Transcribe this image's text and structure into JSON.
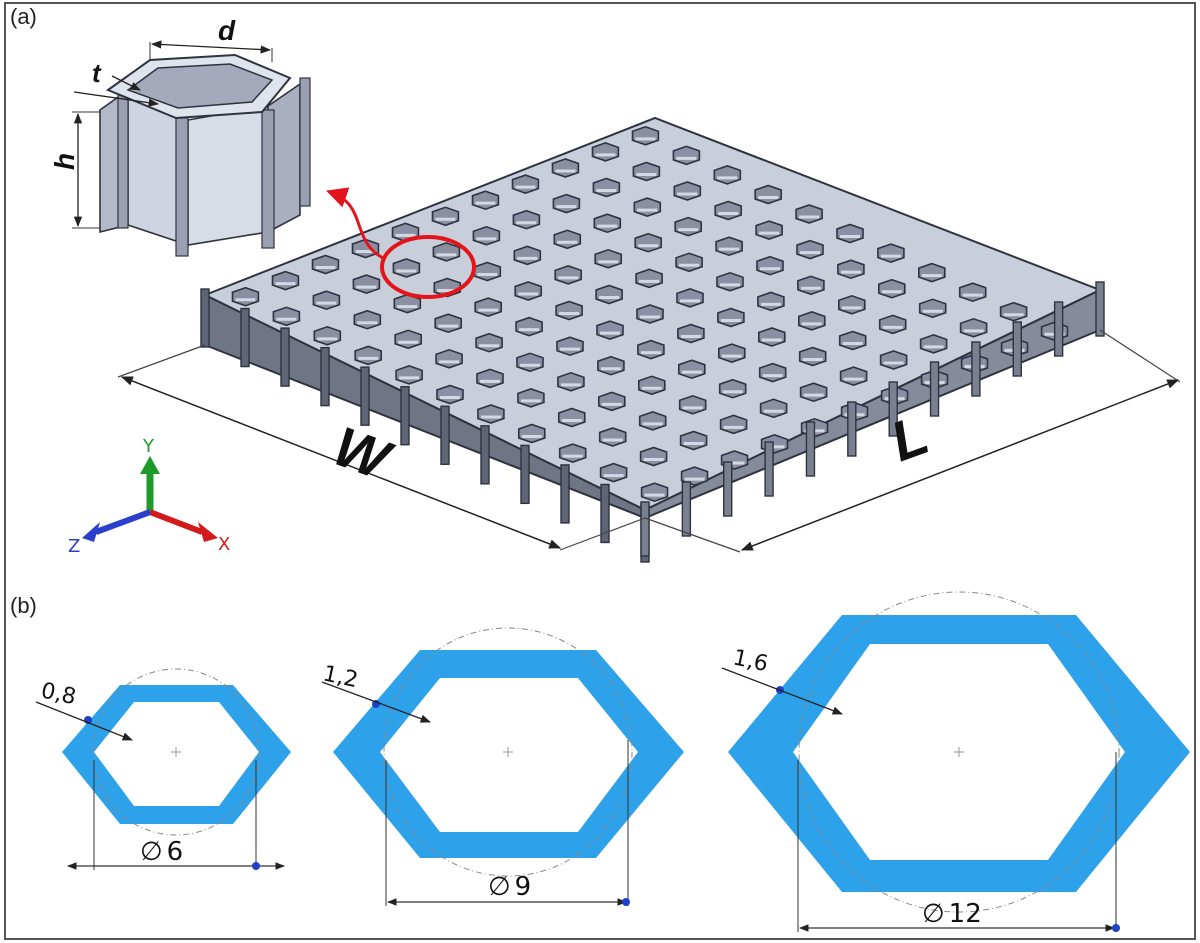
{
  "panels": {
    "a": {
      "label": "(a)"
    },
    "b": {
      "label": "(b)"
    }
  },
  "cell_dimensions": {
    "d": "d",
    "t": "t",
    "h": "h"
  },
  "panel_dimensions": {
    "W": "W",
    "L": "L"
  },
  "axes": {
    "x": "X",
    "y": "Y",
    "z": "Z"
  },
  "axis_colors": {
    "x": "#d21c1c",
    "y": "#1f9a2a",
    "z": "#2a3fcc"
  },
  "colors": {
    "core_face": "#b9bfce",
    "core_side": "#7c8293",
    "core_edge": "#2f3340",
    "highlight": "#e3141a",
    "hex_fill": "#2da2ea",
    "point": "#2140c8"
  },
  "hexagons": [
    {
      "wall": "0,8",
      "diameter_symbol": "∅",
      "diameter": "6"
    },
    {
      "wall": "1,2",
      "diameter_symbol": "∅",
      "diameter": "9"
    },
    {
      "wall": "1,6",
      "diameter_symbol": "∅",
      "diameter": "12"
    }
  ]
}
